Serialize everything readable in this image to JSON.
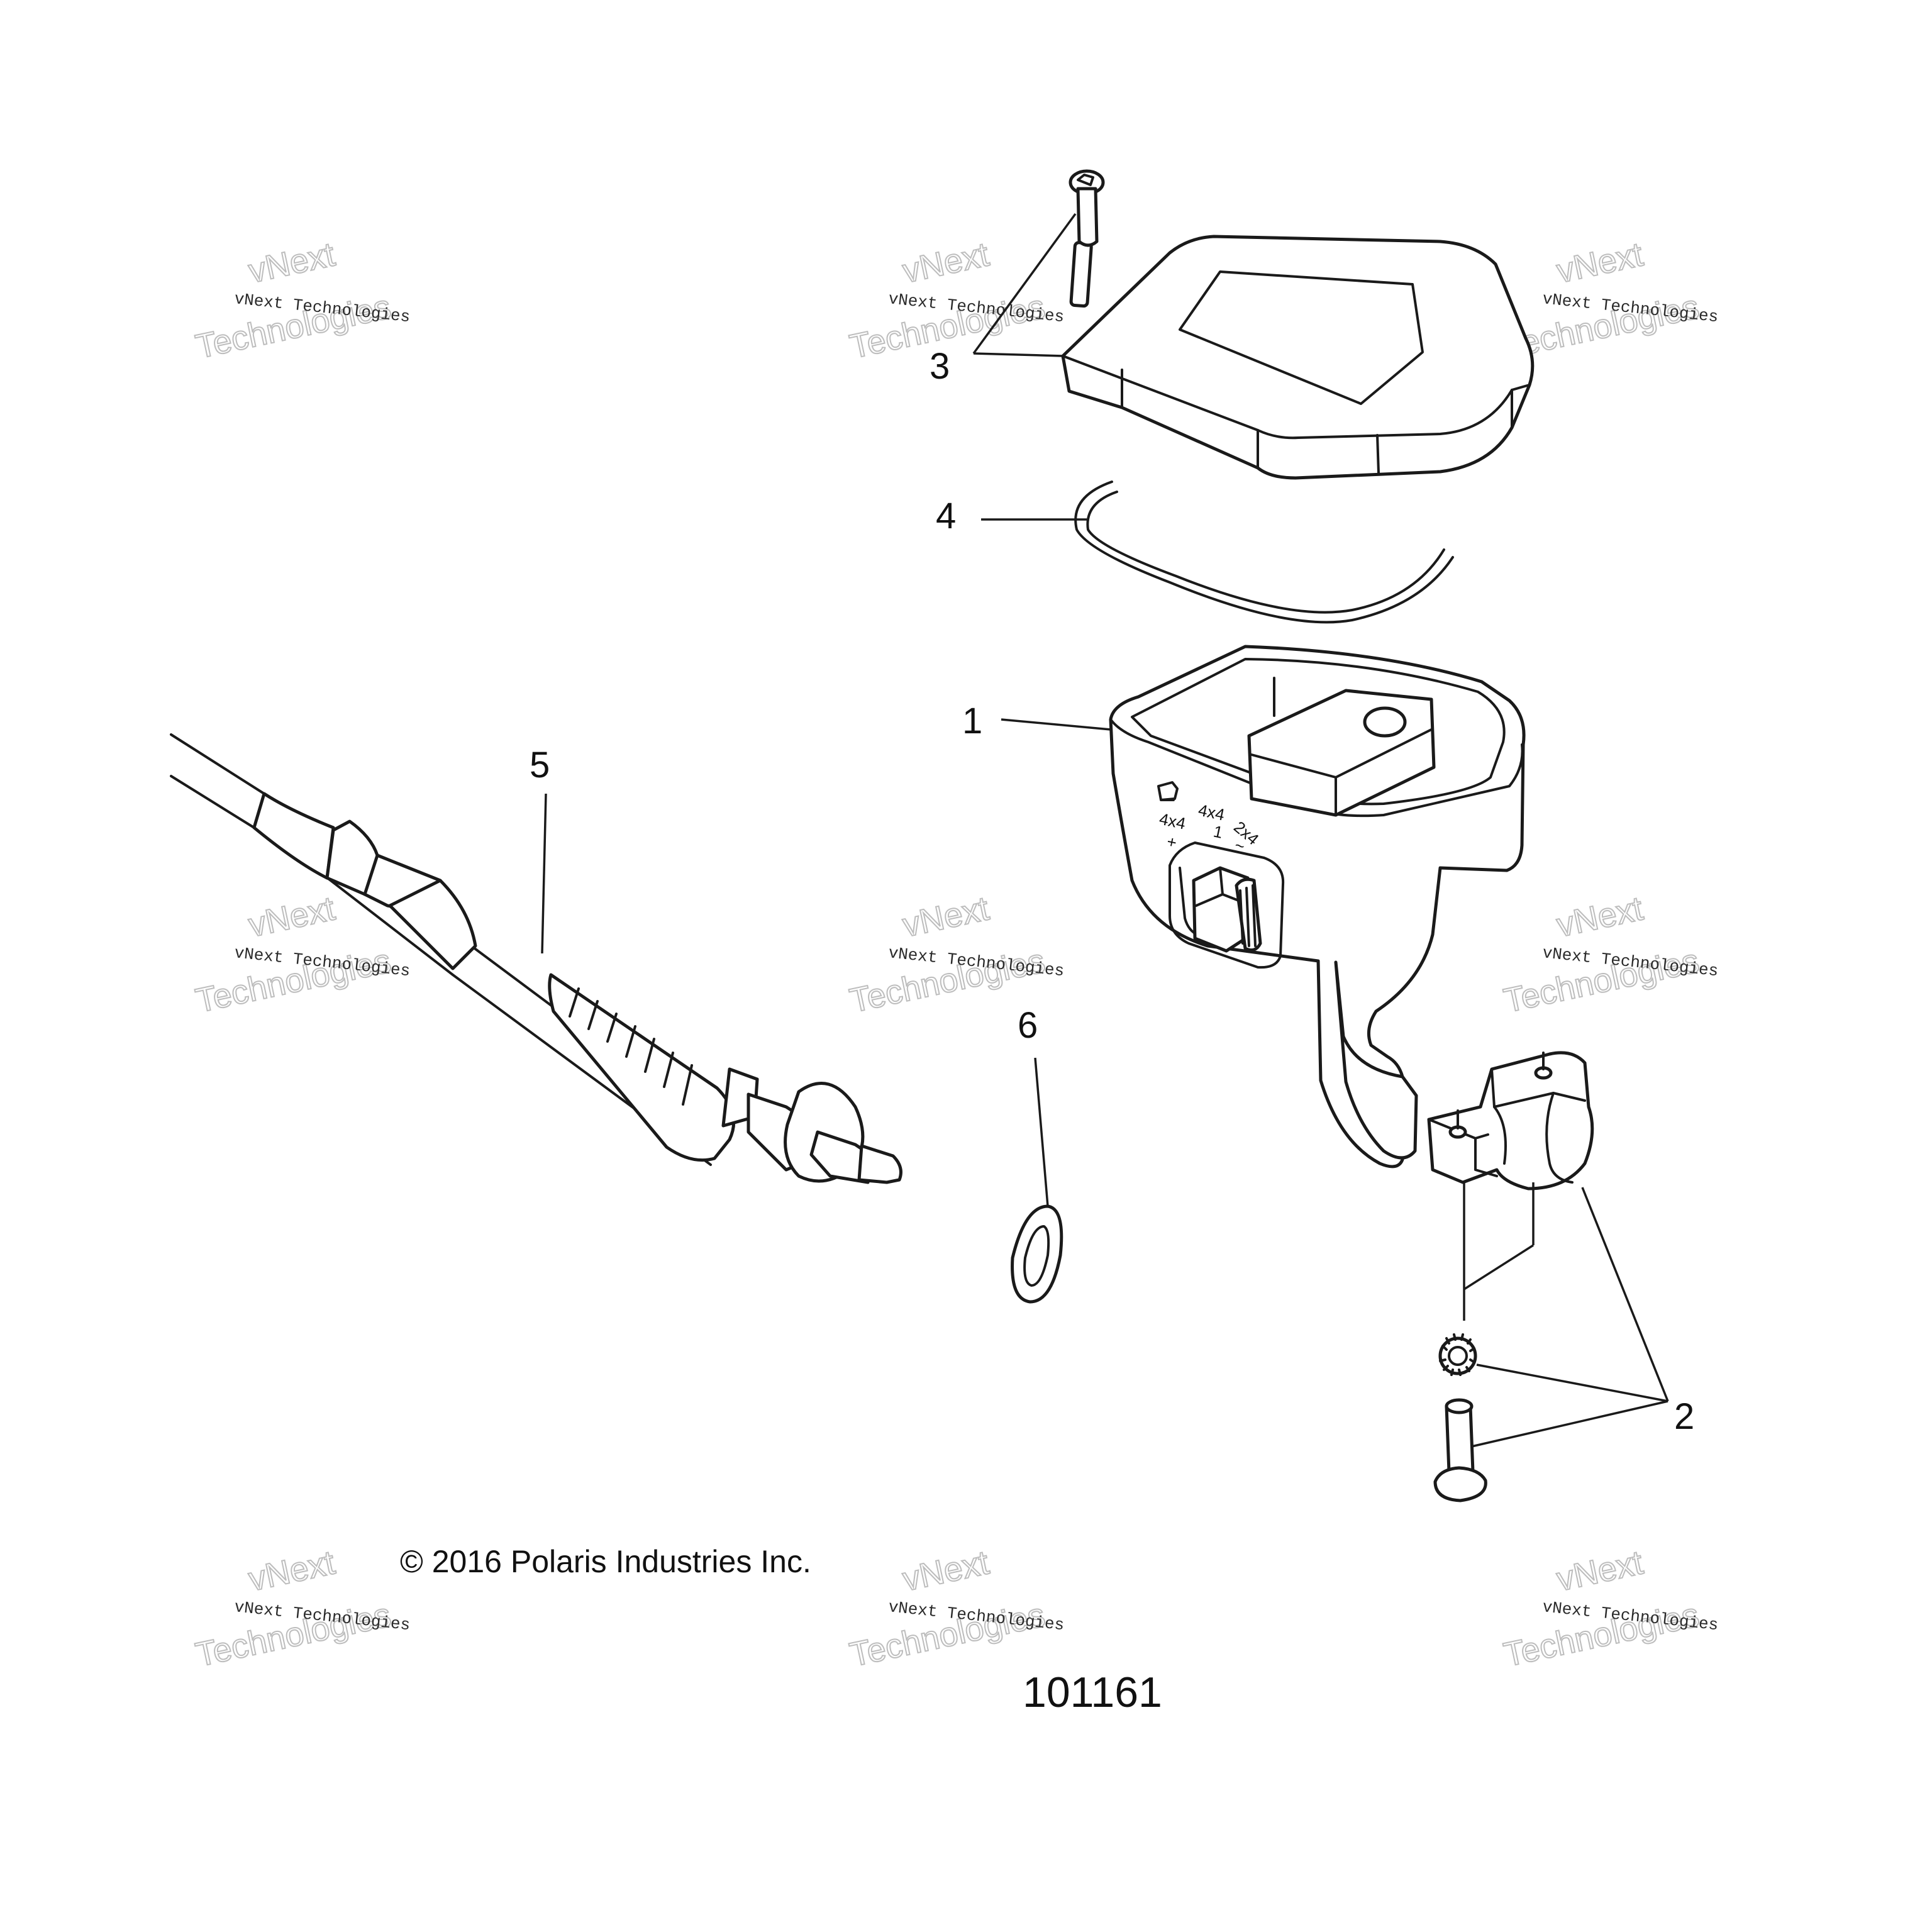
{
  "diagram": {
    "callouts": [
      "1",
      "2",
      "3",
      "4",
      "5",
      "6"
    ],
    "copyright": "© 2016 Polaris Industries Inc.",
    "figure_number": "101161",
    "switch_decal": {
      "mode_a": "4x4",
      "mode_b": "4x4",
      "mode_c": "2x4",
      "sub_a": "+",
      "sub_b": "1",
      "sub_c": "~"
    }
  },
  "watermark": {
    "line_small": "vNext Technologies",
    "line_big_1": "vNext",
    "line_big_2": "Technologies"
  }
}
